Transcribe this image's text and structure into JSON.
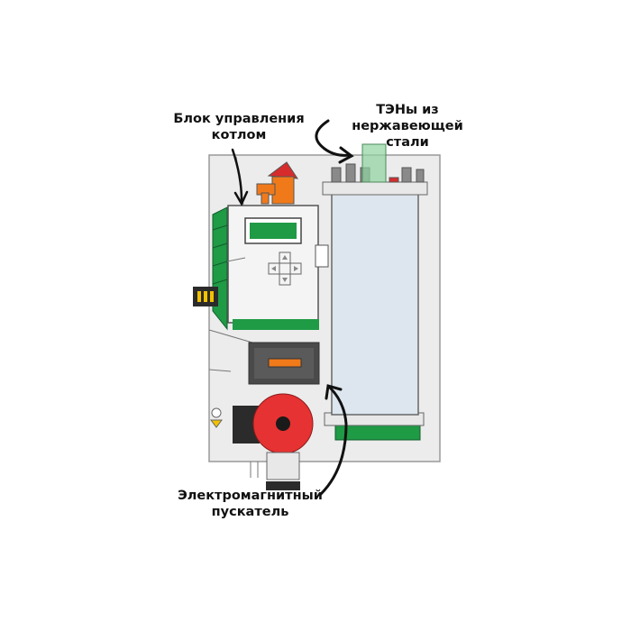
{
  "labels": {
    "control_unit": [
      "Блок управления",
      "котлом"
    ],
    "heaters": [
      "ТЭНы из",
      "нержавеющей",
      "стали"
    ],
    "contactor": [
      "Электромагнитный",
      "пускатель"
    ]
  },
  "colors": {
    "housing": "#ececec",
    "outline": "#555555",
    "display_green": "#1f9a45",
    "tank": "#dde6ee",
    "pump_red": "#e63232",
    "relay_orange": "#f07a1a",
    "connector_black": "#2b2b2b",
    "arrow": "#111111"
  }
}
